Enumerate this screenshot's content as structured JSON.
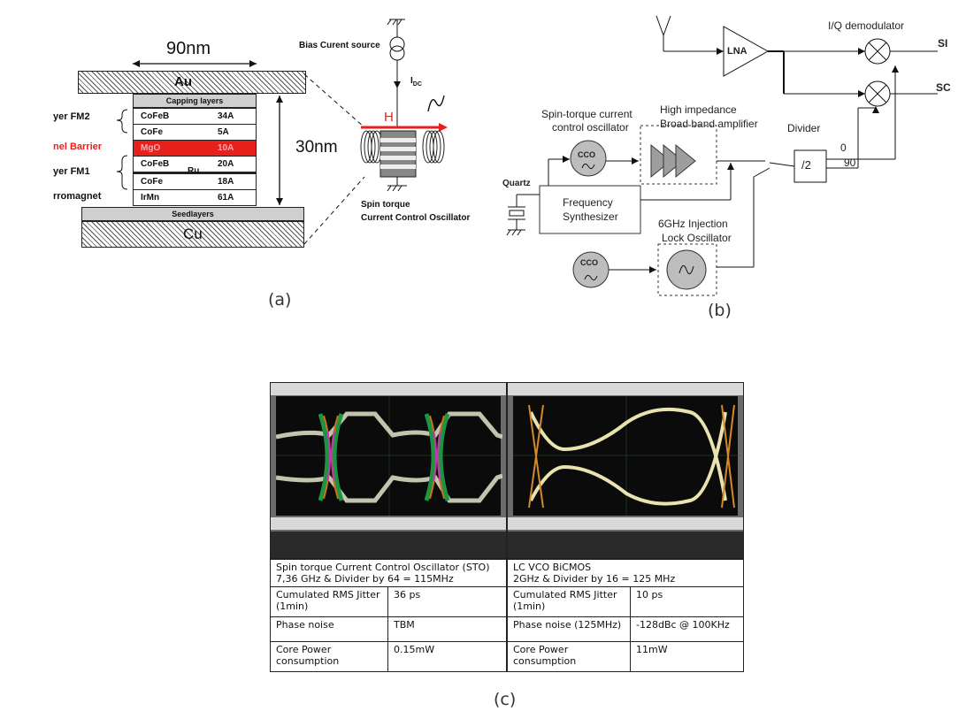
{
  "panel_a": {
    "width_label": "90nm",
    "height_label": "30nm",
    "top_electrode": "Au",
    "bottom_electrode": "Cu",
    "capping": "Capping layers",
    "seed": "Seedlayers",
    "layers": [
      {
        "name": "CoFeB",
        "thickness": "34A"
      },
      {
        "name": "CoFe",
        "thickness": "5A"
      },
      {
        "name": "MgO",
        "thickness": "10A"
      },
      {
        "name": "CoFeB",
        "thickness": "20A"
      },
      {
        "name": "CoFe",
        "thickness": "18A"
      },
      {
        "name": "IrMn",
        "thickness": "61A"
      }
    ],
    "ru_label": "Ru",
    "side_labels": {
      "fm2": "yer FM2",
      "barrier": "nel Barrier",
      "fm1": "yer FM1",
      "afm": "rromagnet"
    },
    "bias_source": "Bias Curent source",
    "idc": "I",
    "idc_sub": "DC",
    "field": "H",
    "device_title": "Spin torque",
    "device_subtitle": "Current Control Oscillator",
    "caption": "(a)"
  },
  "panel_b": {
    "lna": "LNA",
    "demod": "I/Q demodulator",
    "out_i": "SI",
    "out_q": "SC",
    "sto_label_1": "Spin-torque current",
    "sto_label_2": "control oscillator",
    "amp_label_1": "High impedance",
    "amp_label_2": "Broad band amplifier",
    "divider_label": "Divider",
    "divider": "/2",
    "phase_0": "0",
    "phase_90": "90",
    "quartz": "Quartz",
    "synth_1": "Frequency",
    "synth_2": "Synthesizer",
    "ilo_1": "6GHz Injection",
    "ilo_2": "Lock Oscillator",
    "cco": "CCO",
    "caption": "(b)"
  },
  "panel_c": {
    "left_table": {
      "header_1": "Spin torque Current Control Oscillator (STO)",
      "header_2": "7,36 GHz & Divider by 64 = 115MHz",
      "rows": [
        {
          "label": "Cumulated RMS Jitter (1min)",
          "value": "36 ps"
        },
        {
          "label": "Phase noise",
          "value": "TBM"
        },
        {
          "label": "Core Power consumption",
          "value": "0.15mW"
        }
      ]
    },
    "right_table": {
      "header_1": "LC VCO BiCMOS",
      "header_2": "2GHz & Divider by 16 = 125 MHz",
      "rows": [
        {
          "label": "Cumulated RMS Jitter (1min)",
          "value": "10 ps"
        },
        {
          "label": "Phase noise (125MHz)",
          "value": "-128dBc @ 100KHz"
        },
        {
          "label": "Core Power consumption",
          "value": "11mW"
        }
      ]
    },
    "caption": "(c)"
  },
  "colors": {
    "barrier": "#e8201c",
    "field_arrow": "#e8201c",
    "cco_fill": "#bdbdbd",
    "amp_fill": "#9e9e9e"
  }
}
